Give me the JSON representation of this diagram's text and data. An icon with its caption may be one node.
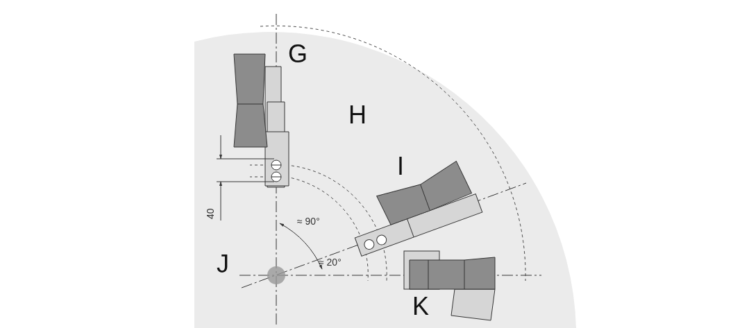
{
  "diagram": {
    "labels": [
      "G",
      "H",
      "I",
      "J",
      "K",
      "40",
      "≈ 90°",
      "≈ 20°"
    ]
  }
}
